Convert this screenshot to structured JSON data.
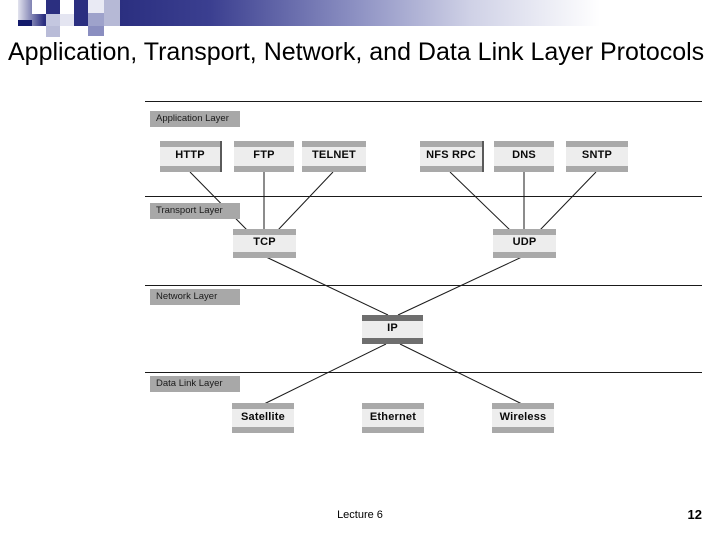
{
  "slide": {
    "title": "Application, Transport, Network, and Data Link Layer Protocols",
    "footer_label": "Lecture 6",
    "page_number": "12"
  },
  "theme": {
    "band_dark": "#2b2f80",
    "band_mid": "#8f93c4",
    "band_light": "#cfd1e6",
    "label_bg": "#a8a8a8",
    "box_face": "#ededed",
    "box_band": "#a9a9a9",
    "box_band_dark": "#6e6e6e",
    "line": "#1a1a1a",
    "text": "#000000"
  },
  "diagram": {
    "layers": [
      {
        "id": "application",
        "label": "Application Layer"
      },
      {
        "id": "transport",
        "label": "Transport Layer"
      },
      {
        "id": "network",
        "label": "Network Layer"
      },
      {
        "id": "datalink",
        "label": "Data Link Layer"
      }
    ],
    "protocols": {
      "application": [
        {
          "id": "http",
          "label": "HTTP"
        },
        {
          "id": "ftp",
          "label": "FTP"
        },
        {
          "id": "telnet",
          "label": "TELNET"
        },
        {
          "id": "nfs-rpc",
          "label": "NFS RPC"
        },
        {
          "id": "dns",
          "label": "DNS"
        },
        {
          "id": "sntp",
          "label": "SNTP"
        }
      ],
      "transport": [
        {
          "id": "tcp",
          "label": "TCP"
        },
        {
          "id": "udp",
          "label": "UDP"
        }
      ],
      "network": [
        {
          "id": "ip",
          "label": "IP"
        }
      ],
      "datalink": [
        {
          "id": "satellite",
          "label": "Satellite"
        },
        {
          "id": "ethernet",
          "label": "Ethernet"
        },
        {
          "id": "wireless",
          "label": "Wireless"
        }
      ]
    },
    "connections": [
      {
        "from": "http",
        "to": "tcp"
      },
      {
        "from": "ftp",
        "to": "tcp"
      },
      {
        "from": "telnet",
        "to": "tcp"
      },
      {
        "from": "nfs-rpc",
        "to": "udp"
      },
      {
        "from": "dns",
        "to": "udp"
      },
      {
        "from": "sntp",
        "to": "udp"
      },
      {
        "from": "tcp",
        "to": "ip"
      },
      {
        "from": "udp",
        "to": "ip"
      },
      {
        "from": "ip",
        "to": "satellite"
      },
      {
        "from": "ip",
        "to": "wireless"
      }
    ]
  }
}
